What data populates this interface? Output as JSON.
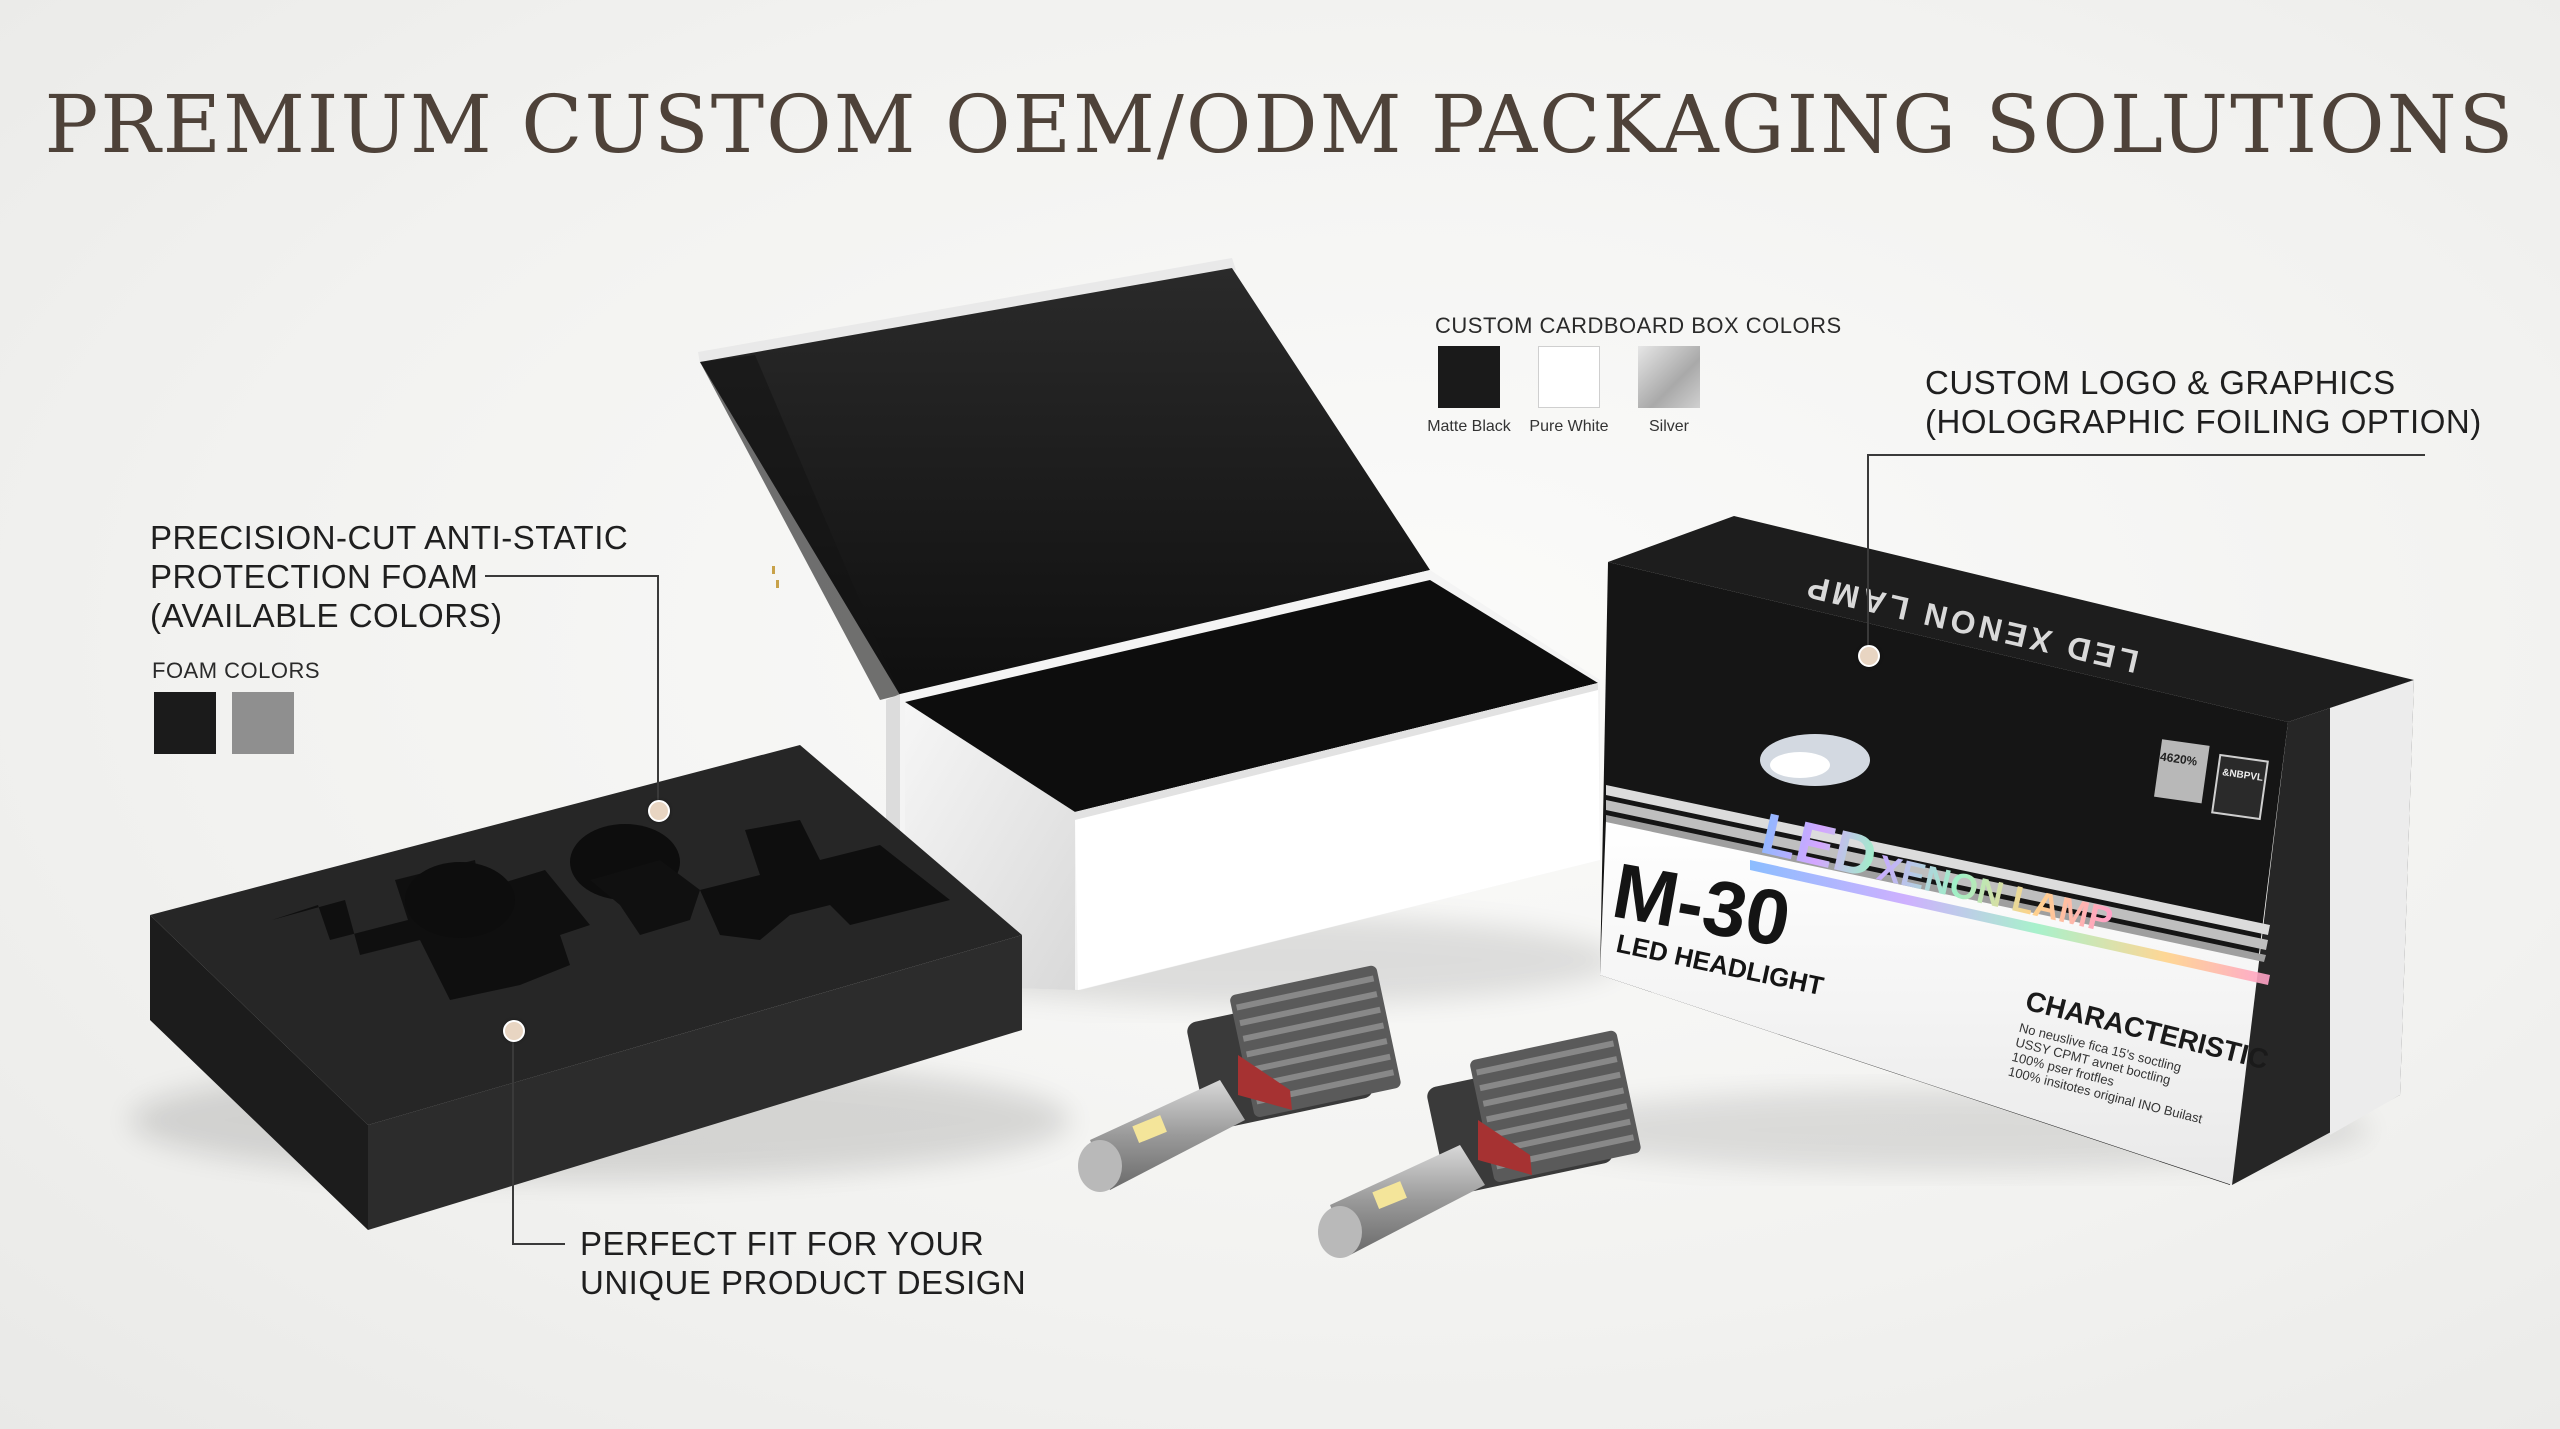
{
  "title": "PREMIUM CUSTOM OEM/ODM PACKAGING SOLUTIONS",
  "foam_callout": {
    "line1": "PRECISION-CUT ANTI-STATIC",
    "line2": "PROTECTION FOAM",
    "line3": "(AVAILABLE COLORS)"
  },
  "foam_colors": {
    "heading": "FOAM COLORS",
    "swatches": [
      {
        "color": "#1b1b1b"
      },
      {
        "color": "#8f8f8f"
      }
    ]
  },
  "fit_callout": {
    "line1": "PERFECT FIT FOR YOUR",
    "line2": "UNIQUE PRODUCT DESIGN"
  },
  "box_colors": {
    "heading": "CUSTOM CARDBOARD BOX COLORS",
    "swatches": [
      {
        "label": "Matte Black",
        "color": "#1a1a1a"
      },
      {
        "label": "Pure White",
        "color": "#ffffff"
      },
      {
        "label": "Silver",
        "color": "#c4c4c4"
      }
    ]
  },
  "logo_callout": {
    "line1": "CUSTOM LOGO & GRAPHICS",
    "line2": "(HOLOGRAPHIC FOILING OPTION)"
  },
  "product_box": {
    "top_text": "LED XENON LAMP",
    "brand_led": "LED",
    "brand_rest": "XENON LAMP",
    "model": "M-30",
    "subtitle": "LED HEADLIGHT",
    "badge1": "4620%",
    "badge2": "&NBPVL",
    "characteristic_heading": "CHARACTERISTIC",
    "characteristic_items": [
      "No neuslive fica 15's soctling",
      "USSY CPMT avnet boctling",
      "100% pser frotfles",
      "100% insitotes original INO Builast"
    ]
  },
  "colors": {
    "title": "#4e4239",
    "callout_dot": "#e8d5c2",
    "leader_line": "#3a3a3a"
  }
}
